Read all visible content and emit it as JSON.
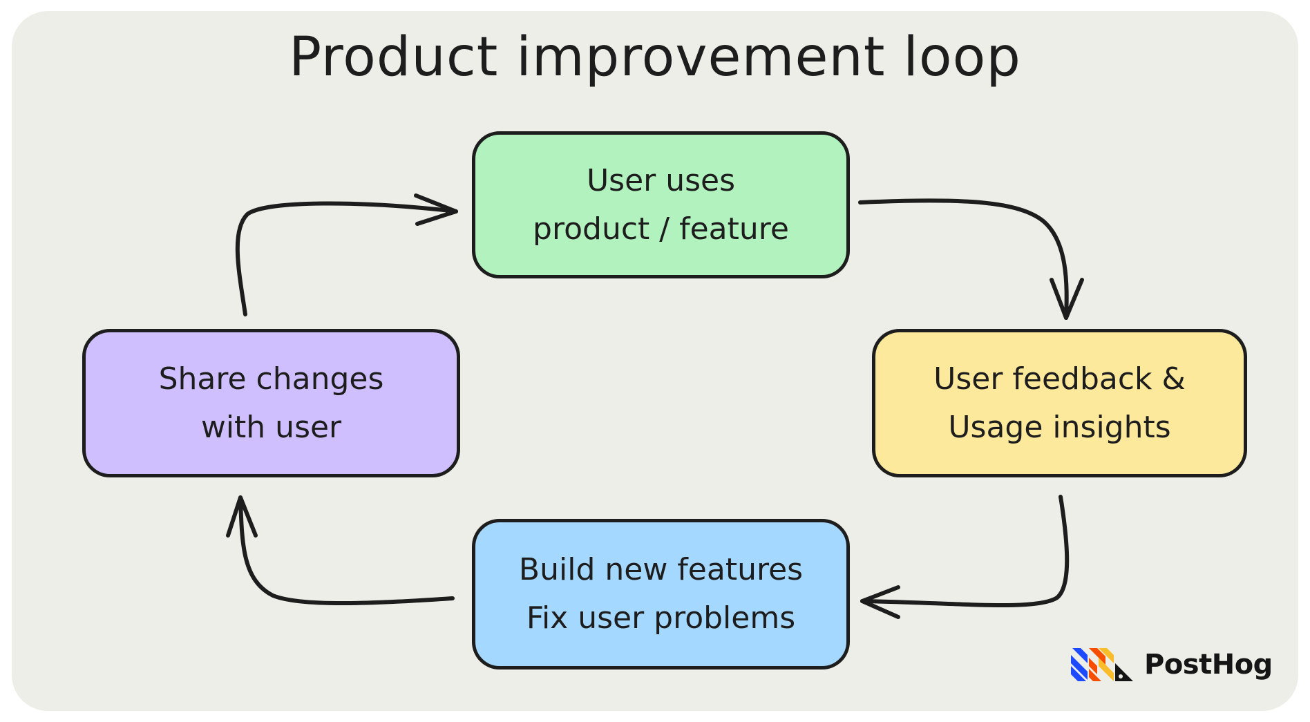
{
  "diagram": {
    "title": "Product improvement loop",
    "nodes": {
      "top": {
        "lines": [
          "User uses",
          "product / feature"
        ],
        "color": "#b1f2be"
      },
      "right": {
        "lines": [
          "User feedback &",
          "Usage insights"
        ],
        "color": "#fde99b"
      },
      "bottom": {
        "lines": [
          "Build new features",
          "Fix user problems"
        ],
        "color": "#a5d8ff"
      },
      "left": {
        "lines": [
          "Share changes",
          "with user"
        ],
        "color": "#d0bfff"
      }
    },
    "edges": [
      {
        "from": "top",
        "to": "right"
      },
      {
        "from": "right",
        "to": "bottom"
      },
      {
        "from": "bottom",
        "to": "left"
      },
      {
        "from": "left",
        "to": "top"
      }
    ]
  },
  "brand": {
    "name": "PostHog",
    "logo_icon": "posthog-hedgehog-icon",
    "logo_colors": [
      "#1d4aff",
      "#f54e00",
      "#f9bd2b",
      "#151515"
    ]
  },
  "colors": {
    "background": "#eeeee8",
    "stroke": "#1d1d1d"
  }
}
